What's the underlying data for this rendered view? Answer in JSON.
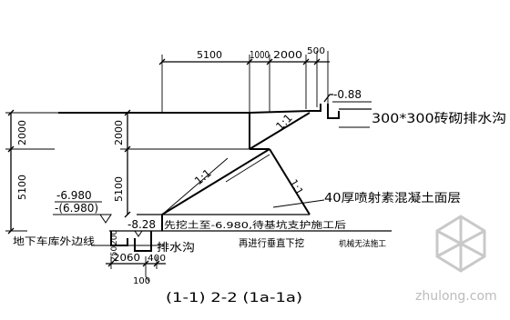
{
  "dimensions": {
    "top_5100": "5100",
    "top_1000": "1000",
    "top_2000": "2000",
    "top_500": "500",
    "left_2000": "2000",
    "left_5100": "5100",
    "inner_2000": "2000",
    "inner_5100": "5100",
    "bottom_2060": "2060",
    "bottom_400": "400",
    "bottom_100": "100",
    "small_200": "200",
    "small_250": "250"
  },
  "elevations": {
    "top_level": "-0.88",
    "level_a": "-6.980",
    "level_b": "-(6.980)",
    "level_c": "-8.28"
  },
  "slopes": {
    "slope_1": "1:1",
    "slope_2": "1:1",
    "slope_3": "1:1"
  },
  "labels": {
    "drain_ditch_top": "300*300砖砌排水沟",
    "shotcrete_layer": "40厚喷射素混凝土面层",
    "excavate_note": "先挖土至-6.980,待基坑支护施工后",
    "garage_edge": "地下车库外边线",
    "drain_ditch": "排水沟",
    "vertical_dig": "再进行垂直下挖",
    "machine_note": "机械无法施工",
    "section_title": "(1-1) 2-2 (1a-1a)"
  },
  "watermark": {
    "text": "zhulong.com"
  }
}
